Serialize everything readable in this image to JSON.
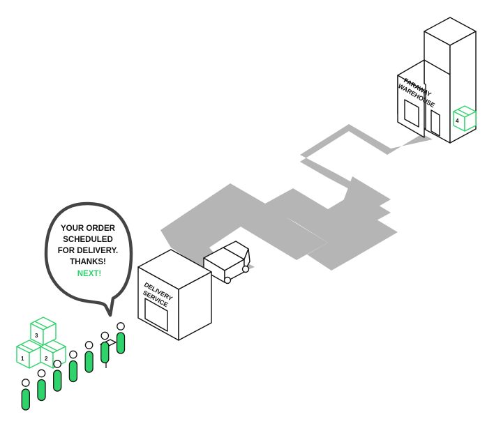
{
  "bubble": {
    "lines": [
      "YOUR ORDER",
      "SCHEDULED",
      "FOR DELIVERY.",
      "THANKS!"
    ],
    "next_label": "NEXT!"
  },
  "delivery_building": {
    "label_line1": "DELIVERY",
    "label_line2": "SERVICE"
  },
  "warehouse": {
    "label_line1": "FARAWAY",
    "label_line2": "WAREHOUSE",
    "box_number": "4"
  },
  "package_stack": {
    "numbers": [
      "3",
      "1",
      "2"
    ]
  },
  "queue": {
    "people_count": 7
  },
  "colors": {
    "accent_green": "#2fd36b",
    "road_gray": "#b5b5b5",
    "outline": "#111111",
    "bubble_stroke": "#444444"
  },
  "icons": [
    "truck-icon",
    "package-icon",
    "person-icon",
    "speech-bubble-icon",
    "sign-post-icon"
  ]
}
